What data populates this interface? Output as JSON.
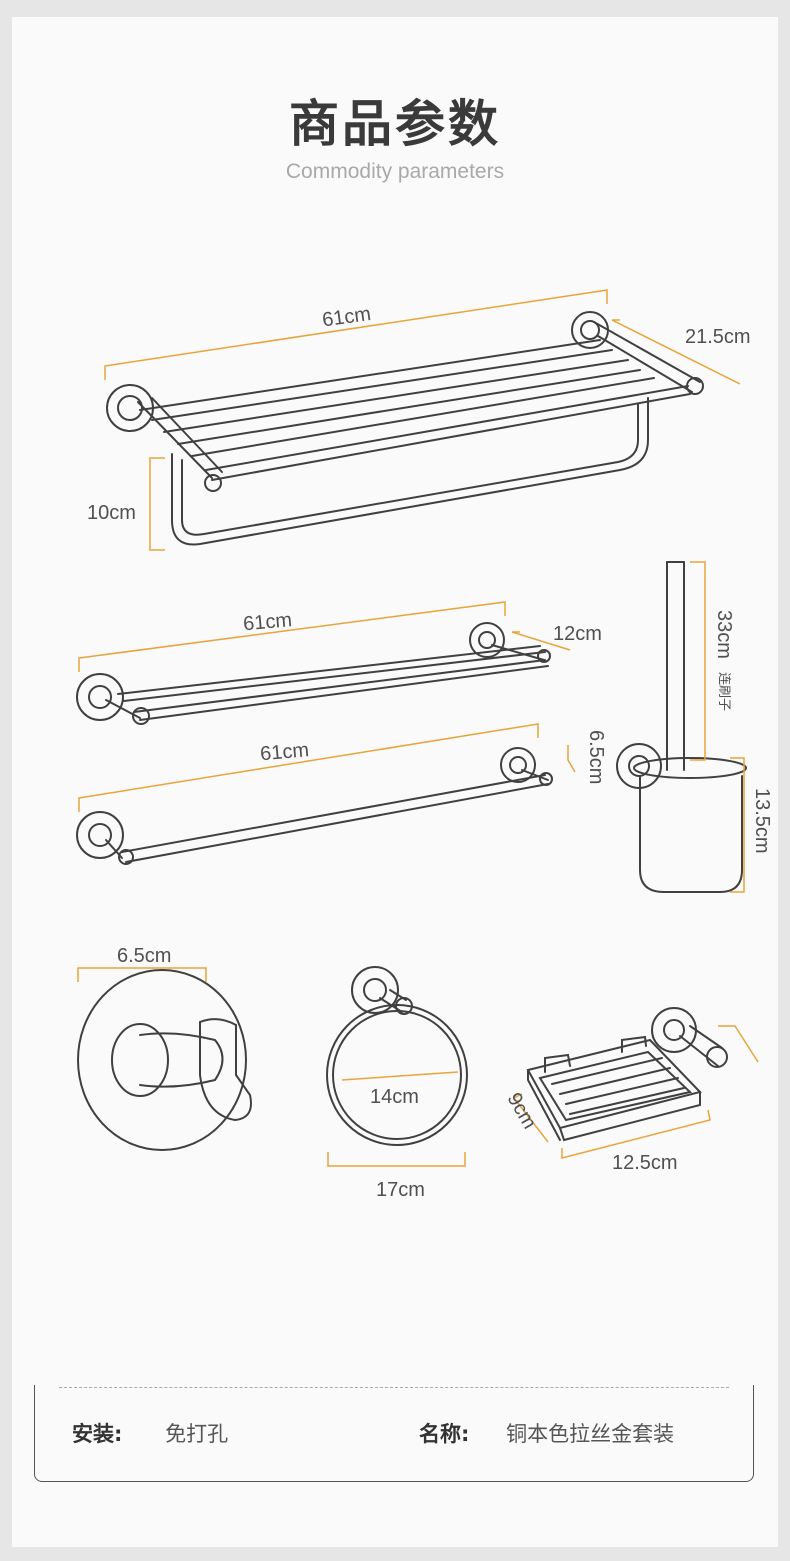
{
  "header": {
    "title": "商品参数",
    "subtitle": "Commodity parameters"
  },
  "dimensions": {
    "towel_rack": {
      "width": "61cm",
      "depth": "21.5cm",
      "height": "10cm"
    },
    "double_bar": {
      "width": "61cm",
      "depth": "12cm"
    },
    "single_bar": {
      "width": "61cm",
      "depth": "6.5cm"
    },
    "toilet_brush": {
      "brush_length": "33cm",
      "brush_note": "连刷子",
      "cup_height": "13.5cm"
    },
    "hook": {
      "width": "6.5cm"
    },
    "towel_ring": {
      "inner": "14cm",
      "outer": "17cm"
    },
    "soap_basket": {
      "depth": "9cm",
      "width": "12.5cm"
    }
  },
  "info": {
    "install_label": "安装:",
    "install_value": "免打孔",
    "name_label": "名称:",
    "name_value": "铜本色拉丝金套装"
  },
  "colors": {
    "accent": "#e8a43a",
    "line": "#404040",
    "background": "#fafafa"
  }
}
